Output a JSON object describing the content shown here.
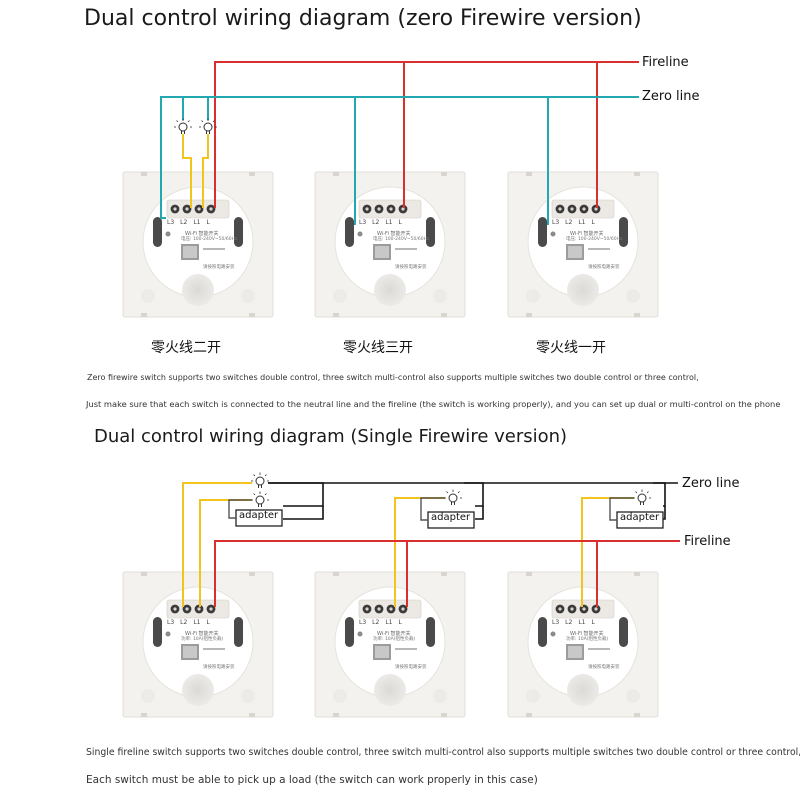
{
  "top": {
    "title": "Dual control wiring diagram (zero Firewire version)",
    "fireline_label": "Fireline",
    "zero_label": "Zero line",
    "captions": [
      "零火线二开",
      "零火线三开",
      "零火线一开"
    ],
    "note_1": "Zero firewire switch supports two switches double control, three switch multi-control also supports multiple switches two double control or three control,",
    "note_2": "Just make sure that each switch is connected to the neutral line and the fireline (the switch is working properly), and you can set up dual or multi-control on the phone"
  },
  "bottom": {
    "title": "Dual control wiring diagram (Single Firewire version)",
    "zero_label": "Zero line",
    "fireline_label": "Fireline",
    "adapter_label": "adapter",
    "note_1": "Single fireline switch supports two switches double control, three switch multi-control also supports multiple switches two double control or three control,",
    "note_2": "Each switch must be able to pick up a load (the switch can work properly in this case)"
  },
  "panel": {
    "terminals": [
      "L3",
      "L2",
      "L1",
      "L"
    ],
    "wifi_label": "Wi-Fi 智能开关",
    "spec_1": "电压: 100-240V~50/60Hz",
    "spec_2": "功率: 10A(阻性负载)",
    "install_label": "请按照电路安装"
  },
  "colors": {
    "fire": "#d9302f",
    "zero": "#21a8b0",
    "yellow": "#f2c41d",
    "black": "#111111",
    "panel": "#f4f2ef"
  }
}
